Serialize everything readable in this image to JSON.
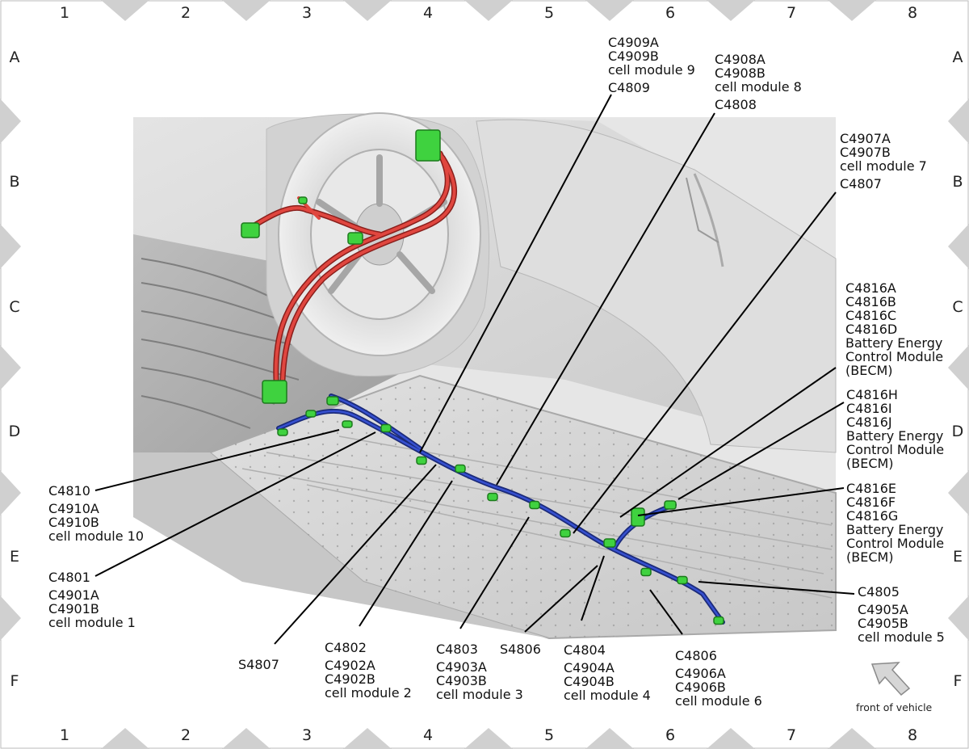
{
  "grid": {
    "columns": [
      "1",
      "2",
      "3",
      "4",
      "5",
      "6",
      "7",
      "8"
    ],
    "rows": [
      "A",
      "B",
      "C",
      "D",
      "E",
      "F"
    ]
  },
  "callouts": {
    "cm9": [
      "C4909A",
      "C4909B",
      "cell module 9",
      "C4809"
    ],
    "cm8": [
      "C4908A",
      "C4908B",
      "cell module 8",
      "C4808"
    ],
    "cm7": [
      "C4907A",
      "C4907B",
      "cell module 7",
      "C4807"
    ],
    "becm_abcd": [
      "C4816A",
      "C4816B",
      "C4816C",
      "C4816D",
      "Battery Energy",
      "Control Module",
      "(BECM)"
    ],
    "becm_hij": [
      "C4816H",
      "C4816I",
      "C4816J",
      "Battery Energy",
      "Control Module",
      "(BECM)"
    ],
    "becm_efg": [
      "C4816E",
      "C4816F",
      "C4816G",
      "Battery Energy",
      "Control Module",
      "(BECM)"
    ],
    "cm5": [
      "C4805",
      "C4905A",
      "C4905B",
      "cell module 5"
    ],
    "cm10": [
      "C4810",
      "C4910A",
      "C4910B",
      "cell module 10"
    ],
    "cm1": [
      "C4801",
      "C4901A",
      "C4901B",
      "cell module 1"
    ],
    "s4807": [
      "S4807"
    ],
    "cm2": [
      "C4802",
      "C4902A",
      "C4902B",
      "cell module 2"
    ],
    "cm3": [
      "C4803",
      "C4903A",
      "C4903B",
      "cell module 3"
    ],
    "s4806": [
      "S4806"
    ],
    "cm4": [
      "C4804",
      "C4904A",
      "C4904B",
      "cell module 4"
    ],
    "cm6": [
      "C4806",
      "C4906A",
      "C4906B",
      "cell module 6"
    ]
  },
  "front_label": "front of vehicle",
  "colors": {
    "hv_harness": "#d8403a",
    "lv_harness": "#2a3ea8",
    "connector": "#3fd23f",
    "frame_tab": "#d0d0d0"
  }
}
